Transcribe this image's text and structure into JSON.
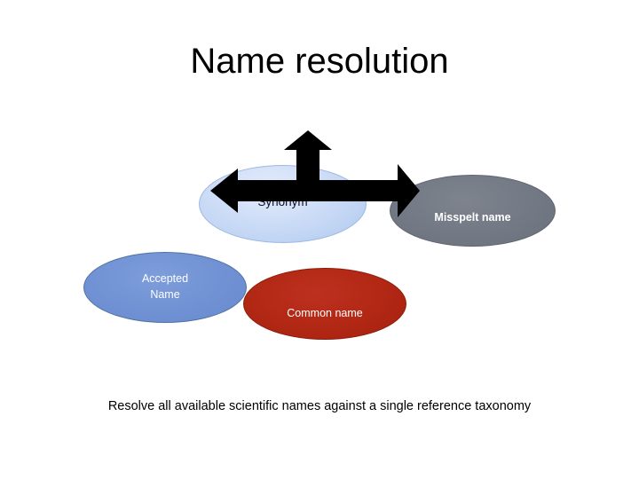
{
  "slide": {
    "title": "Name resolution",
    "caption": "Resolve all available scientific names against a single reference taxonomy",
    "background_color": "#ffffff",
    "title_color": "#000000",
    "caption_color": "#000000"
  },
  "nodes": [
    {
      "id": "synonym",
      "label": "Synonym",
      "fill_color": "#cbdcf7",
      "text_color": "#0c0c1e",
      "outline_color": "#9fb8e2",
      "shape": "ellipse"
    },
    {
      "id": "misspelt",
      "label": "Misspelt name",
      "fill_color": "#747a85",
      "text_color": "#ffffff",
      "outline_color": "#5f656f",
      "shape": "ellipse"
    },
    {
      "id": "accepted",
      "label": "Accepted\nName",
      "fill_color": "#7394d5",
      "text_color": "#ffffff",
      "outline_color": "#51719f",
      "shape": "ellipse"
    },
    {
      "id": "common",
      "label": "Common name",
      "fill_color": "#b02512",
      "text_color": "#ffffff",
      "outline_color": "#8c1d0c",
      "shape": "ellipse"
    }
  ],
  "connector": {
    "id": "tri-arrow",
    "kind": "three-way-arrow",
    "directions": [
      "left",
      "right",
      "up"
    ],
    "color": "#000000"
  }
}
